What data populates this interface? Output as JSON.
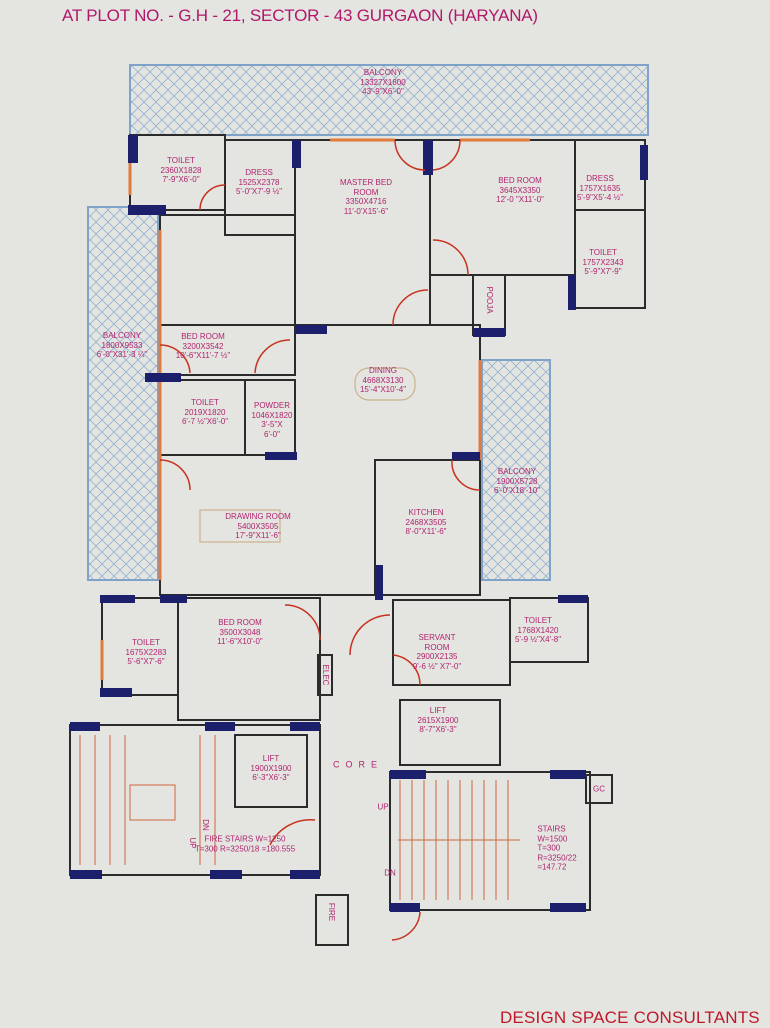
{
  "header": {
    "address": "AT PLOT NO. -  G.H - 21, SECTOR - 43 GURGAON (HARYANA)"
  },
  "footer": {
    "consultant": "DESIGN SPACE CONSULTANTS"
  },
  "colors": {
    "wall": "#1c1f6b",
    "line": "#2b2b2b",
    "door": "#c8321e",
    "label": "#b0246e",
    "balcony": "#7fa3c8"
  },
  "rooms": {
    "balcony_top": {
      "name": "BALCONY",
      "mm": "13327X1800",
      "ft": "43'-9\"X6'-0\""
    },
    "toilet_master": {
      "name": "TOILET",
      "mm": "2360X1828",
      "ft": "7'-9\"X6'-0\""
    },
    "dress_master": {
      "name": "DRESS",
      "mm": "1525X2378",
      "ft": "5'-0\"X7'-9 ½\""
    },
    "master_bed": {
      "name": "MASTER BED",
      "name2": "ROOM",
      "mm": "3350X4716",
      "ft": "11'-0'X15'-6\""
    },
    "bed_right": {
      "name": "BED ROOM",
      "mm": "3645X3350",
      "ft": "12'-0 \"X11'-0\""
    },
    "dress_right": {
      "name": "DRESS",
      "mm": "1757X1635",
      "ft": "5'-9\"X5'-4 ½\""
    },
    "toilet_right": {
      "name": "TOILET",
      "mm": "1757X2343",
      "ft": "5'-9\"X7'-9\""
    },
    "pooja": {
      "name": "POOJA"
    },
    "balcony_left": {
      "name": "BALCONY",
      "mm": "1800X9533",
      "ft": "6'-0\"X31'-3 ¼\""
    },
    "bed_left": {
      "name": "BED ROOM",
      "mm": "3200X3542",
      "ft": "10'-6\"X11'-7 ½\""
    },
    "toilet_left": {
      "name": "TOILET",
      "mm": "2019X1820",
      "ft": "6'-7 ½\"X6'-0\""
    },
    "powder": {
      "name": "POWDER",
      "mm": "1046X1820",
      "ft": "3'-5\"X",
      "ft2": "6'-0\""
    },
    "dining": {
      "name": "DINING",
      "mm": "4668X3130",
      "ft": "15'-4\"X10'-4\""
    },
    "drawing": {
      "name": "DRAWING ROOM",
      "mm": "5400X3505",
      "ft": "17'-9\"X11'-6\""
    },
    "kitchen": {
      "name": "KITCHEN",
      "mm": "2468X3505",
      "ft": "8'-0\"X11'-6\""
    },
    "balcony_right": {
      "name": "BALCONY",
      "mm": "1900X5728",
      "ft": "6'-0\"X18'-10\""
    },
    "toilet_bottom": {
      "name": "TOILET",
      "mm": "1675X2283",
      "ft": "5'-6\"X7'-6\""
    },
    "bed_bottom": {
      "name": "BED ROOM",
      "mm": "3500X3048",
      "ft": "11'-6\"X10'-0\""
    },
    "elec": {
      "name": "ELEC"
    },
    "servant": {
      "name": "SERVANT",
      "name2": "ROOM",
      "mm": "2900X2135",
      "ft": "9'-6 ½\" X7'-0\""
    },
    "toilet_servant": {
      "name": "TOILET",
      "mm": "1768X1420",
      "ft": "5'-9 ½\"X4'-8\""
    },
    "lift_right": {
      "name": "LIFT",
      "mm": "2615X1900",
      "ft": "8'-7\"X6'-3\""
    },
    "lift_left": {
      "name": "LIFT",
      "mm": "1900X1900",
      "ft": "6'-3\"X6'-3\""
    },
    "core": {
      "name": "CORE"
    },
    "fire_stairs": {
      "name": "FIRE STAIRS W=1250",
      "spec": "T=300 R=3250/18 =180.555",
      "up": "UP",
      "dn": "DN"
    },
    "stairs": {
      "name": "STAIRS",
      "w": "W=1500",
      "t": "T=300",
      "r": "R=3250/22",
      "r2": "=147.72",
      "up": "UP",
      "dn": "DN"
    },
    "gc": {
      "name": "GC"
    },
    "fire": {
      "name": "FIRE"
    }
  }
}
